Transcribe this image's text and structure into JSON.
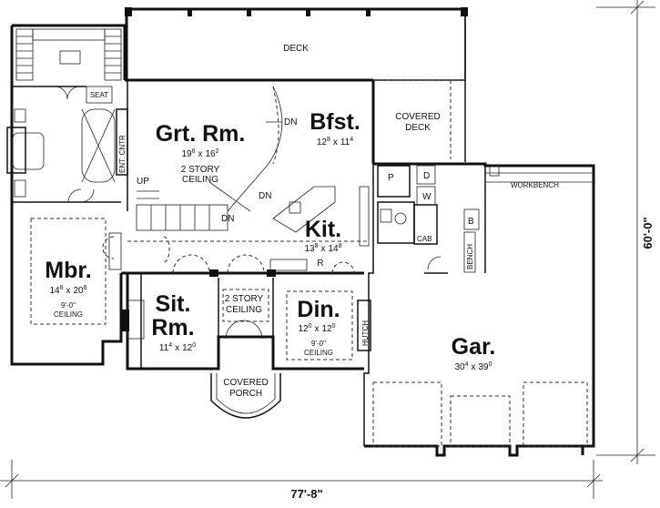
{
  "rooms": {
    "deck": {
      "name": "DECK"
    },
    "great_room": {
      "name": "Grt. Rm.",
      "dim_w": "19",
      "dim_w_sup": "6",
      "dim_x": "x",
      "dim_h": "16",
      "dim_h_sup": "2",
      "note1": "2 STORY",
      "note2": "CEILING"
    },
    "breakfast": {
      "name": "Bfst.",
      "dim_w": "12",
      "dim_w_sup": "8",
      "dim_x": "x",
      "dim_h": "11",
      "dim_h_sup": "4"
    },
    "covered_deck": {
      "line1": "COVERED",
      "line2": "DECK"
    },
    "kitchen": {
      "name": "Kit.",
      "dim_w": "13",
      "dim_w_sup": "8",
      "dim_x": "x",
      "dim_h": "14",
      "dim_h_sup": "8"
    },
    "master_bedroom": {
      "name": "Mbr.",
      "dim_w": "14",
      "dim_w_sup": "8",
      "dim_x": "x",
      "dim_h": "20",
      "dim_h_sup": "6",
      "note1": "9'-0\"",
      "note2": "CEILING"
    },
    "sitting_room": {
      "name1": "Sit.",
      "name2": "Rm.",
      "dim_w": "11",
      "dim_w_sup": "4",
      "dim_x": "x",
      "dim_h": "12",
      "dim_h_sup": "0"
    },
    "dining": {
      "name": "Din.",
      "dim_w": "12",
      "dim_w_sup": "0",
      "dim_x": "x",
      "dim_h": "12",
      "dim_h_sup": "0",
      "note1": "9'-0\"",
      "note2": "CEILING"
    },
    "garage": {
      "name": "Gar.",
      "dim_w": "30",
      "dim_w_sup": "4",
      "dim_x": "x",
      "dim_h": "39",
      "dim_h_sup": "0"
    },
    "covered_porch": {
      "line1": "COVERED",
      "line2": "PORCH"
    },
    "foyer_ceiling": {
      "line1": "2 STORY",
      "line2": "CEILING"
    }
  },
  "labels": {
    "seat": "SEAT",
    "ent_cntr": "ENT. CNTR",
    "workbench": "WORKBENCH",
    "hutch": "HUTCH",
    "bench": "BENCH",
    "cab": "CAB",
    "pantry": "P",
    "dryer": "D",
    "washer": "W",
    "b": "B",
    "r": "R",
    "up": "UP",
    "dn1": "DN",
    "dn2": "DN",
    "dn3": "DN"
  },
  "dimensions": {
    "overall_width": "77'-8\"",
    "overall_depth": "60'-0\""
  }
}
